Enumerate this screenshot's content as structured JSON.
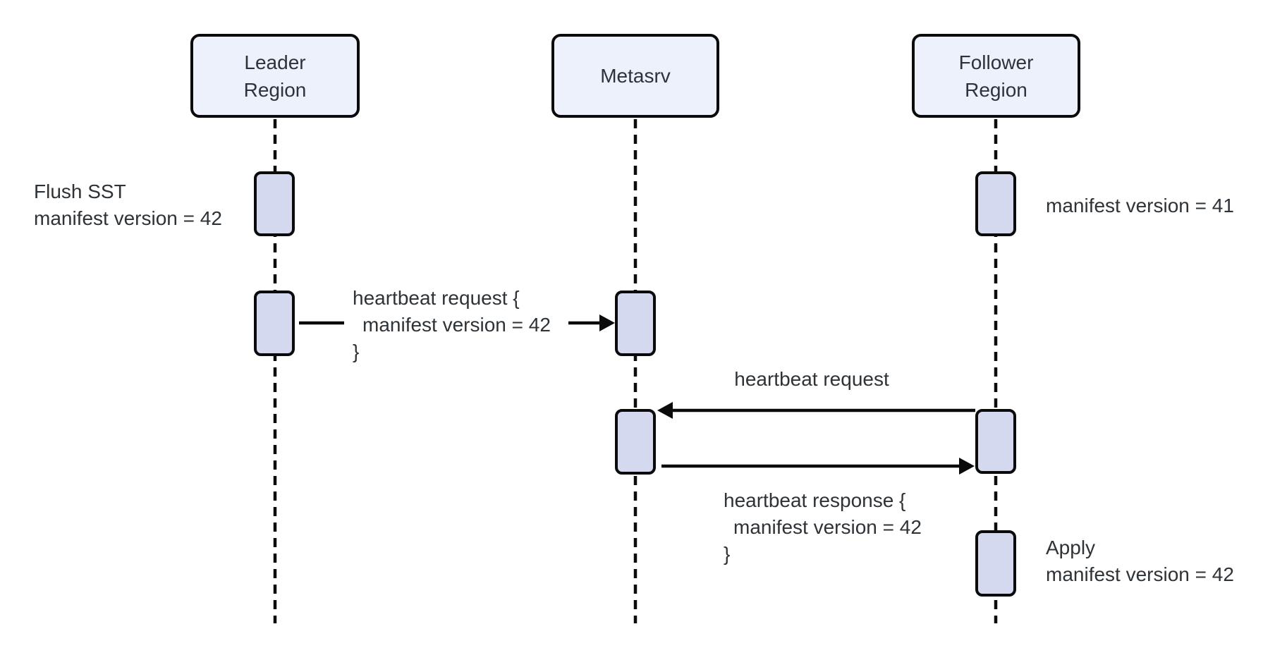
{
  "diagram": {
    "type": "sequence-diagram",
    "background": "#ffffff",
    "colors": {
      "participant_fill": "#ecf1fb",
      "activation_fill": "#d4d9f0",
      "stroke": "#0b0b0b",
      "text": "#2e3338"
    },
    "participants": [
      {
        "id": "leader",
        "label": "Leader Region",
        "lines": [
          "Leader",
          "Region"
        ]
      },
      {
        "id": "metasrv",
        "label": "Metasrv",
        "lines": [
          "Metasrv"
        ]
      },
      {
        "id": "follower",
        "label": "Follower Region",
        "lines": [
          "Follower",
          "Region"
        ]
      }
    ],
    "notes": [
      {
        "target": "leader",
        "side": "left",
        "lines": [
          "Flush SST",
          "manifest version = 42"
        ]
      },
      {
        "target": "follower",
        "side": "right",
        "lines": [
          "manifest version = 41"
        ]
      },
      {
        "target": "follower",
        "side": "right",
        "lines": [
          "Apply",
          "manifest version = 42"
        ]
      }
    ],
    "messages": [
      {
        "from": "leader",
        "to": "metasrv",
        "lines": [
          "heartbeat request {",
          "manifest version = 42",
          "}"
        ]
      },
      {
        "from": "follower",
        "to": "metasrv",
        "lines": [
          "heartbeat request"
        ]
      },
      {
        "from": "metasrv",
        "to": "follower",
        "lines": [
          "heartbeat response {",
          "manifest version = 42",
          "}"
        ]
      }
    ]
  }
}
